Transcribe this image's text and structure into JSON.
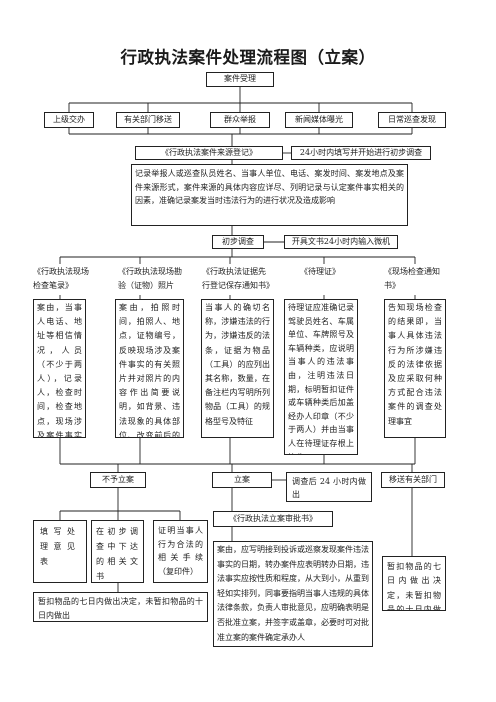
{
  "title": "行政执法案件处理流程图（立案）",
  "nodes": {
    "accept": "案件受理",
    "sources": [
      "上级交办",
      "有关部门移送",
      "群众举报",
      "新闻媒体曝光",
      "日常巡查发现"
    ],
    "register_form": "《行政执法案件来源登记》",
    "register_note": "24小时内填写并开始进行初步调查",
    "register_desc": "记录举报人或巡查队员姓名、当事人单位、电话、案发时间、案发地点及案件来源形式，案件来源的具体内容应详尽、列明记录与认定案件事实相关的因素，准确记录案发当时违法行为的进行状况及造成影响",
    "prelim": "初步调查",
    "prelim_note": "开具文书24小时内输入微机",
    "docs": [
      {
        "head": "《行政执法现场检查笔录》",
        "body": "案由，当事人电话、地址等相信情况，人员（不少于两人），记录人，检查时间，检查地点，现场涉及案件事实的有关情况"
      },
      {
        "head": "《行政执法现场勘验（证物）照片",
        "body": "案由，拍照时间，拍照人、地点，证物编号，反映现场涉及案件事实的有关照片并对照片的内容作出简要说明，如背景、违法现象的具体部位、改变前后的状态"
      },
      {
        "head": "《行政执法证据先行登记保存通知书》",
        "body": "当事人的确切名称，涉嫌违法的行为，涉嫌违反的法条，证据为物品（工具）的应列出其名称，数量，在备注栏内写明所列物品（工具）的规格型号及特征"
      },
      {
        "head": "《待理证》",
        "body": "待理证应准确记录驾驶员姓名、车属单位、车牌照号及车辆种类，应说明当事人的违法事由，注明违法日期，标明暂扣证件或车辆种类后加盖经办人印章（不少于两人）并由当事人在待理证存根上签收"
      },
      {
        "head": "《现场检查通知书》",
        "body": "告知现场检查的结果即，当事人具体违法行为所涉嫌违反的法律依据及应采取何种方式配合违法案件的调查处理事宜"
      }
    ],
    "no_case": "不予立案",
    "case": "立案",
    "case_note": "调查后 24 小时内做出",
    "transfer": "移送有关部门",
    "nc_a": "填写处理意见表",
    "nc_b": "在初步调查中下达的相关文书",
    "nc_c": "证明当事人行为合法的相关手续（复印件）",
    "nc_bottom": "暂扣物品的七日内做出决定，未暂扣物品的十日内做出",
    "approval": "《行政执法立案审批书》",
    "approval_desc": "案由，应写明接到投诉或巡察发现案件违法事实的日期，转办案件应表明转办日期，违法事实应按性质和程度，从大到小，从重到轻如实排列，同事要指明当事人违规的具体法律条款，负责人审批意见，应明确表明是否批准立案，并签字或盖章，必要时可对批准立案的案件确定承办人",
    "tr_desc": "暂扣物品的七日内做出决定，未暂扣物品的十日内做出"
  }
}
